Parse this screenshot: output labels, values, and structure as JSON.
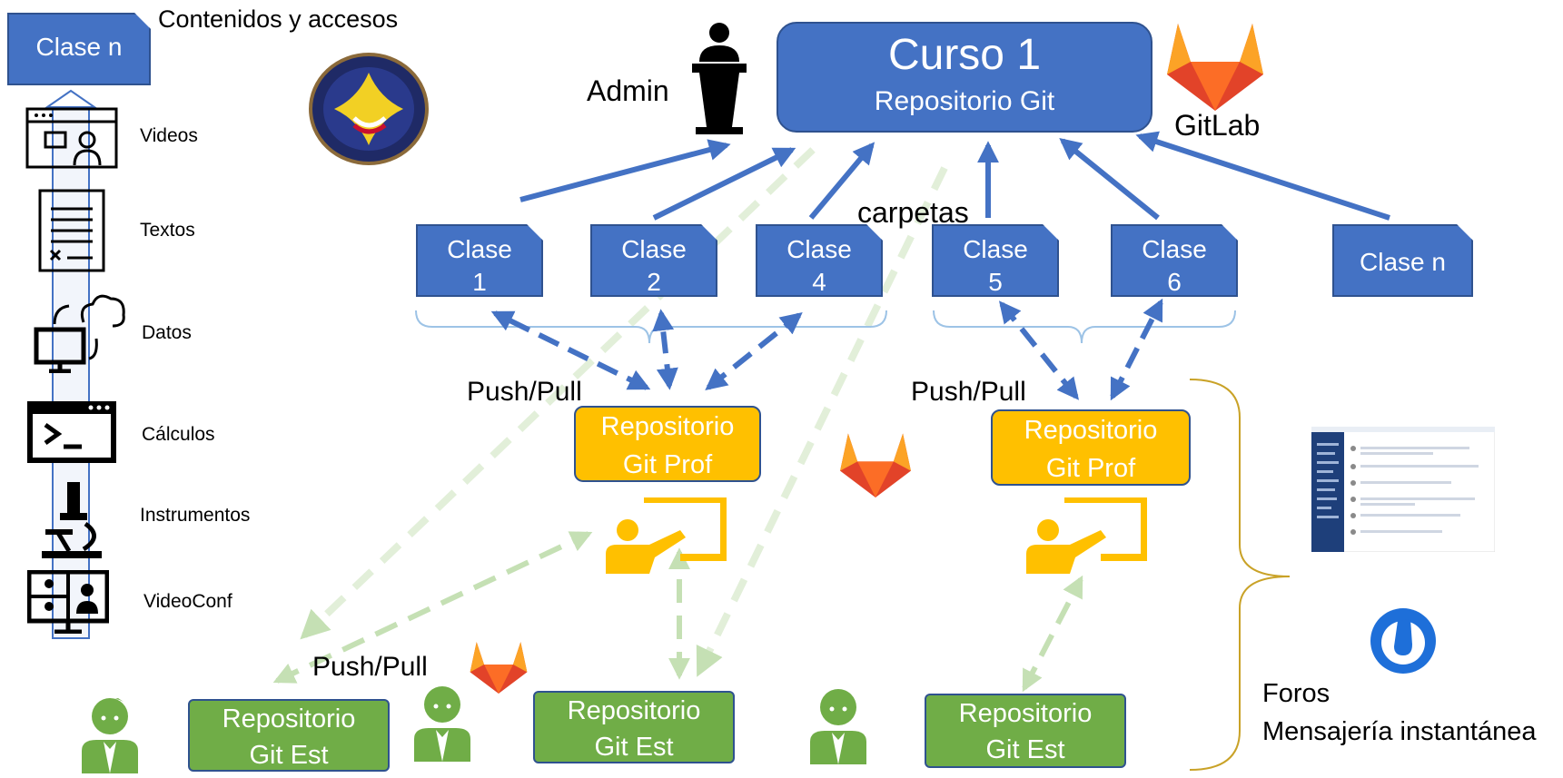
{
  "left_panel": {
    "title": "Contenidos y accesos",
    "clase_tag": "Clase n",
    "items": [
      {
        "label": "Videos",
        "icon": "video-call-icon"
      },
      {
        "label": "Textos",
        "icon": "document-icon"
      },
      {
        "label": "Datos",
        "icon": "cloud-sync-icon"
      },
      {
        "label": "Cálculos",
        "icon": "terminal-icon"
      },
      {
        "label": "Instrumentos",
        "icon": "microscope-icon"
      },
      {
        "label": "VideoConf",
        "icon": "video-conference-icon"
      }
    ]
  },
  "course": {
    "title": "Curso 1",
    "subtitle": "Repositorio Git",
    "admin_label": "Admin",
    "gitlab_label": "GitLab"
  },
  "folders": {
    "label": "carpetas",
    "items": [
      {
        "line1": "Clase",
        "line2": "1"
      },
      {
        "line1": "Clase",
        "line2": "2"
      },
      {
        "line1": "Clase",
        "line2": "4"
      },
      {
        "line1": "Clase",
        "line2": "5"
      },
      {
        "line1": "Clase",
        "line2": "6"
      },
      {
        "line1": "Clase n",
        "line2": ""
      }
    ]
  },
  "push_pull": [
    "Push/Pull",
    "Push/Pull",
    "Push/Pull"
  ],
  "prof_repos": [
    {
      "line1": "Repositorio",
      "line2": "Git Prof"
    },
    {
      "line1": "Repositorio",
      "line2": "Git Prof"
    }
  ],
  "est_repos": [
    {
      "line1": "Repositorio",
      "line2": "Git Est"
    },
    {
      "line1": "Repositorio",
      "line2": "Git Est"
    },
    {
      "line1": "Repositorio",
      "line2": "Git Est"
    }
  ],
  "forums": {
    "line1": "Foros",
    "line2": "Mensajería instantánea"
  },
  "colors": {
    "blue": "#4472c4",
    "blue_dark": "#2f528f",
    "yellow": "#ffc000",
    "green": "#70ad47",
    "light_green": "#c5e0b4",
    "gitlab_orange": "#fc6d26",
    "gitlab_red": "#e24329",
    "bracket": "#c9a227",
    "mattermost": "#1e6fd9"
  }
}
